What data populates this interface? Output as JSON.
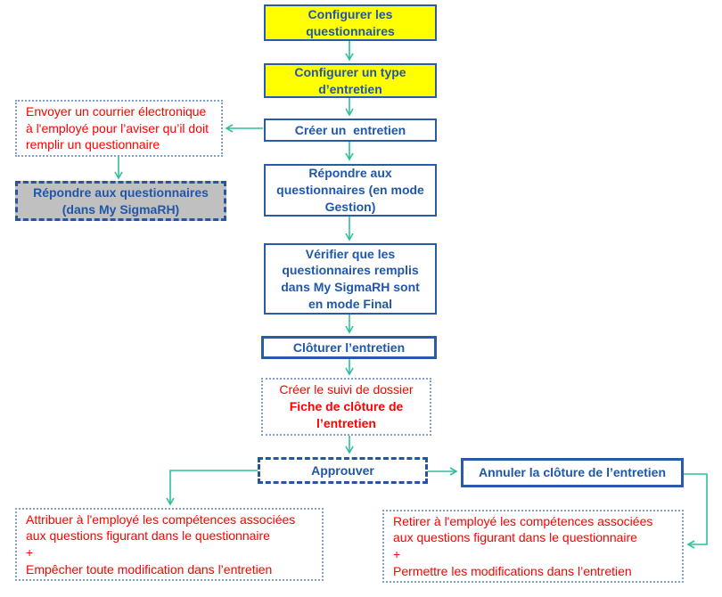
{
  "diagram_type": "flowchart",
  "colors": {
    "arrow": "#2FBF9B",
    "box_border_blue": "#2A5BA8",
    "box_text_blue": "#2057A8",
    "alert_text_red": "#FF0000",
    "yellow_fill": "#FFFF00",
    "gray_fill": "#C0C0C0",
    "dotted_border_blue": "#7FA0CE",
    "dashed_border_blue": "#2456A3"
  },
  "nodes": {
    "configurer_questionnaires": "Configurer les\nquestionnaires",
    "configurer_type_entretien": "Configurer un type\nd’entretien",
    "creer_entretien": "Créer un  entretien",
    "envoyer_courriel": "Envoyer un courrier électronique\nà l'employé pour l’aviser qu’il doit\nremplir un questionnaire",
    "repondre_my_sigmarh": "Répondre aux questionnaires\n(dans My SigmaRH)",
    "repondre_mode_gestion": "Répondre aux\nquestionnaires (en mode\nGestion)",
    "verifier_mode_final": "Vérifier que les\nquestionnaires remplis\ndans My SigmaRH sont\nen mode Final",
    "cloturer_entretien": "Clôturer l’entretien",
    "suivi_dossier": {
      "intro": "Créer le suivi de dossier",
      "emphasis": "Fiche de clôture de\nl’entretien"
    },
    "approuver": "Approuver",
    "annuler_cloture": "Annuler la clôture de l’entretien",
    "attribuer_competences": "Attribuer à l'employé les compétences associées\naux questions figurant dans le questionnaire\n+\nEmpêcher toute modification dans l’entretien",
    "retirer_competences": "Retirer à l'employé les compétences associées\naux questions figurant dans le questionnaire\n+\nPermettre les modifications dans l’entretien"
  }
}
